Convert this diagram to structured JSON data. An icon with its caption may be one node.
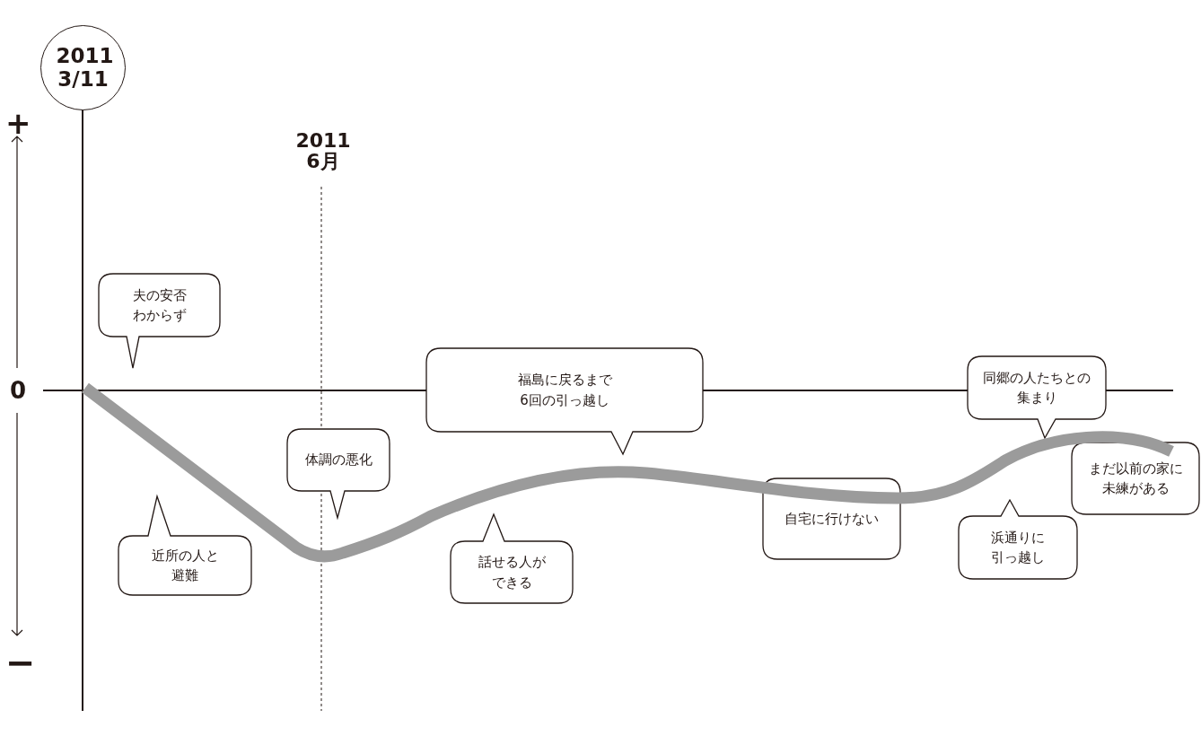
{
  "diagram": {
    "nodes": [
      {
        "text": [
          "2011 3/11"
        ]
      },
      {
        "text": [
          "夫の安否わからず"
        ]
      },
      {
        "text": [
          "福島に戻るまで6回の引っ越し"
        ]
      },
      {
        "text": [
          "同郷の人たちとの集まり"
        ]
      },
      {
        "text": [
          "体調の悪化"
        ]
      },
      {
        "text": [
          "まだ以前の家に未練がある"
        ]
      },
      {
        "text": [
          "自宅に行けない"
        ]
      },
      {
        "text": [
          "浜通りに引っ越し"
        ]
      },
      {
        "text": [
          "近所の人と避難"
        ]
      },
      {
        "text": [
          "話せる人ができる"
        ]
      }
    ],
    "labels": [
      "+",
      "2011 6月",
      "0",
      "−"
    ]
  }
}
